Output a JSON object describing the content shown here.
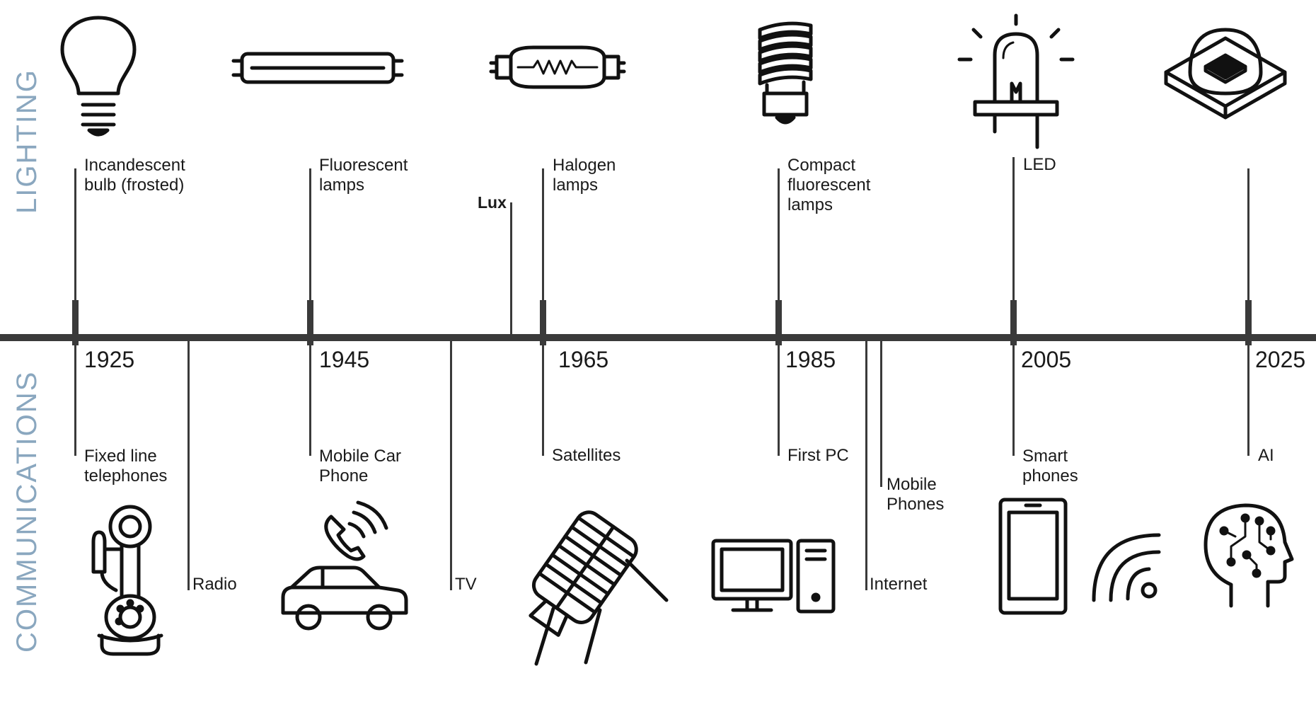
{
  "sections": {
    "lighting": "LIGHTING",
    "communications": "COMMUNICATIONS"
  },
  "years": [
    "1925",
    "1945",
    "1965",
    "1985",
    "2005",
    "2025"
  ],
  "lighting": {
    "incandescent": [
      "Incandescent",
      "bulb (frosted)"
    ],
    "fluorescent": [
      "Fluorescent",
      "lamps"
    ],
    "lux": "Lux",
    "halogen": [
      "Halogen",
      "lamps"
    ],
    "cfl": [
      "Compact",
      "fluorescent",
      "lamps"
    ],
    "led": "LED"
  },
  "communications": {
    "fixed_line": [
      "Fixed line",
      "telephones"
    ],
    "radio": "Radio",
    "mobile_car": [
      "Mobile Car",
      "Phone"
    ],
    "tv": "TV",
    "satellites": "Satellites",
    "first_pc": "First PC",
    "mobile_phones": [
      "Mobile",
      "Phones"
    ],
    "internet": "Internet",
    "smart_phones": [
      "Smart",
      "phones"
    ],
    "ai": "AI"
  },
  "colors": {
    "section_label": "#8aa7bf",
    "line": "#3a3a3a",
    "text": "#1a1a1a"
  }
}
